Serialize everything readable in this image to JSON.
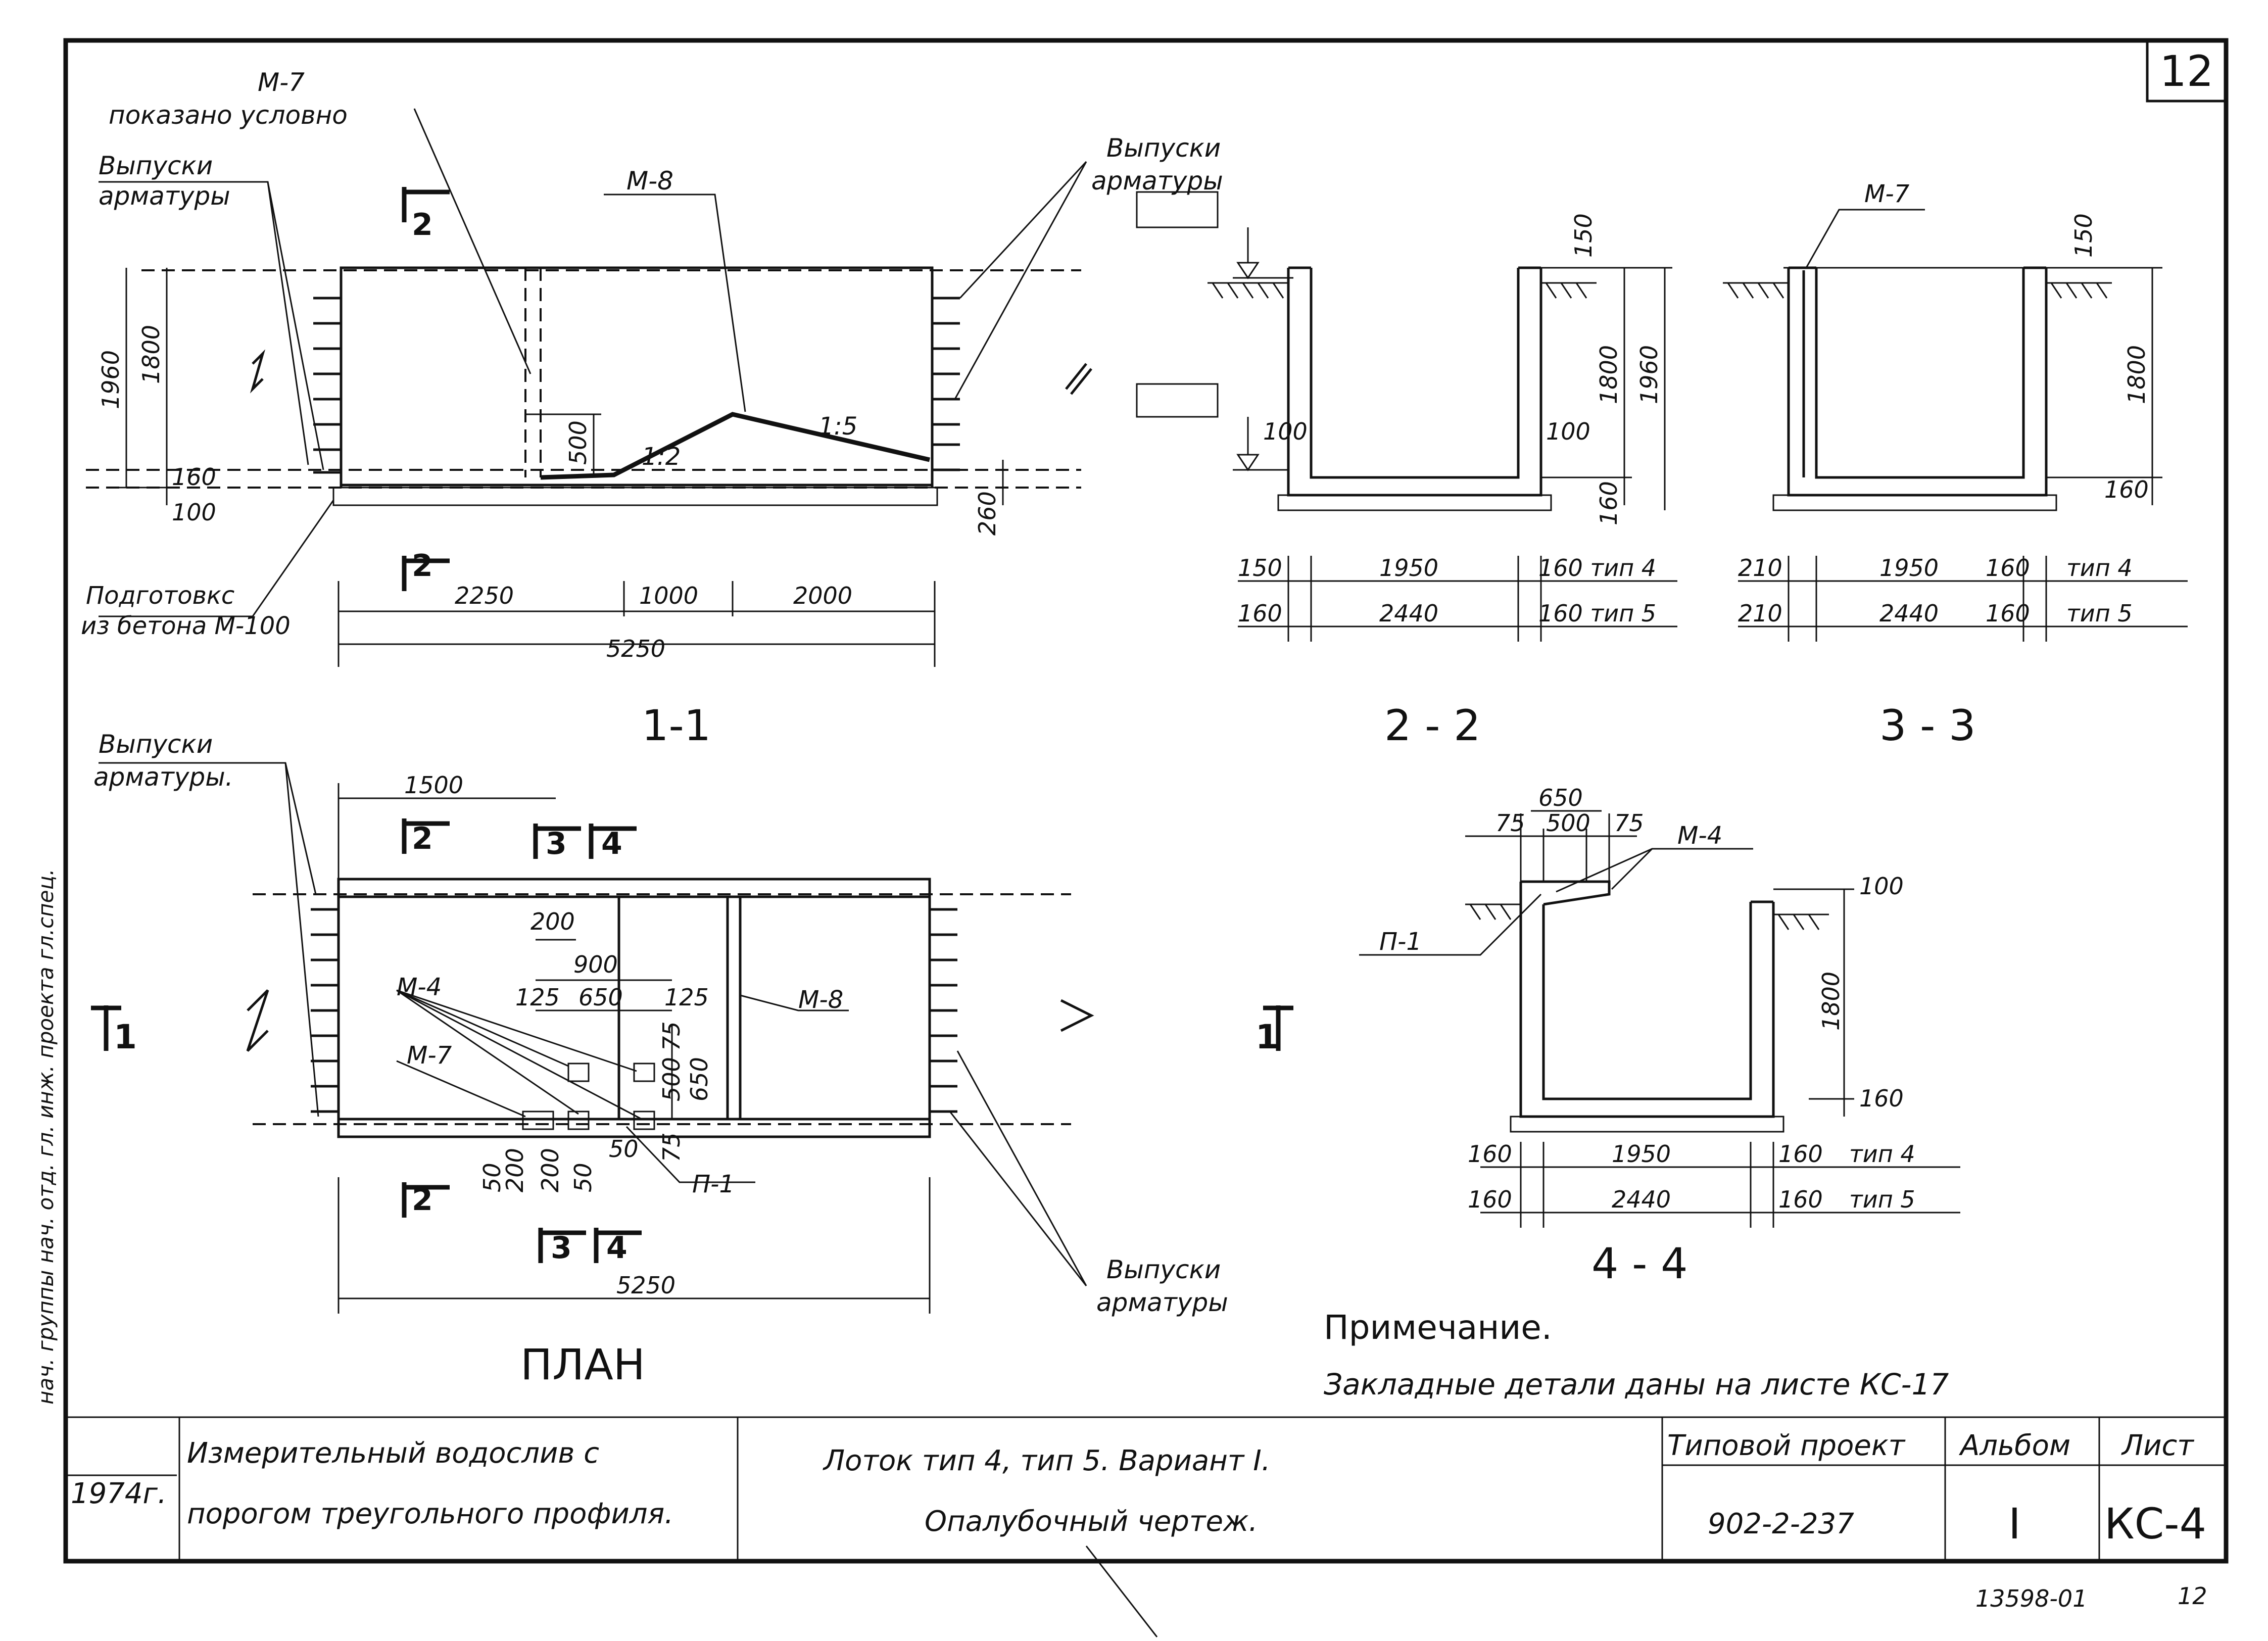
{
  "sheet_number": "12",
  "labels": {
    "m7_note_title": "М-7",
    "m7_note_sub": "показано условно",
    "vypuski_left_1": "Выпуски",
    "vypuski_left_2": "арматуры",
    "vypuski_right_1": "Выпуски",
    "vypuski_right_2": "арматуры",
    "m8_top": "М-8",
    "podgotovka_1": "Подготовкс",
    "podgotovka_2": "из бетона М-100",
    "slope_1": "1:2",
    "slope_2": "1:5",
    "m7_sec3": "М-7",
    "vypuski_plan_1": "Выпуски",
    "vypuski_plan_2": "арматуры.",
    "m4_plan": "М-4",
    "m7_plan": "М-7",
    "m8_plan": "М-8",
    "p1_plan": "П-1",
    "vypuski_plan_r1": "Выпуски",
    "vypuski_plan_r2": "арматуры",
    "m4_sec4": "М-4",
    "p1_sec4": "П-1"
  },
  "section_marks": {
    "s2_top": "2",
    "s2_bottom": "2",
    "plan_2a": "2",
    "plan_3a": "3",
    "plan_4a": "4",
    "plan_2b": "2",
    "plan_3b": "3",
    "plan_4b": "4",
    "plan_1_left": "1",
    "plan_1_right": "1"
  },
  "section_titles": {
    "s11": "1-1",
    "s22": "2 - 2",
    "s33": "3 - 3",
    "s44": "4 - 4",
    "plan": "ПЛАН"
  },
  "dims_1_1": {
    "h1960": "1960",
    "h1800": "1800",
    "h160": "160",
    "h100": "100",
    "h500": "500",
    "h260": "260",
    "d2250": "2250",
    "d1000": "1000",
    "d2000": "2000",
    "d5250": "5250"
  },
  "dims_2_2": {
    "h150": "150",
    "h1800": "1800",
    "h1960": "1960",
    "h100a": "100",
    "h100b": "100",
    "h160": "160",
    "r1_a": "150",
    "r1_b": "1950",
    "r1_c": "160 тип 4",
    "r2_a": "160",
    "r2_b": "2440",
    "r2_c": "160 тип 5"
  },
  "dims_3_3": {
    "h150": "150",
    "h1800": "1800",
    "h160": "160",
    "r1_a": "210",
    "r1_b": "1950",
    "r1_c": "160",
    "r1_d": "тип 4",
    "r2_a": "210",
    "r2_b": "2440",
    "r2_c": "160",
    "r2_d": "тип 5"
  },
  "dims_plan": {
    "d1500": "1500",
    "d200": "200",
    "d900": "900",
    "d125a": "125",
    "d650": "650",
    "d125b": "125",
    "d75a": "75",
    "d500": "500",
    "d650v": "650",
    "d75b": "75",
    "b50a": "50",
    "b200a": "200",
    "b200b": "200",
    "b50b": "50",
    "b50c": "50",
    "d5250": "5250"
  },
  "dims_4_4": {
    "d650": "650",
    "d75a": "75",
    "d500": "500",
    "d75b": "75",
    "h100": "100",
    "h1800": "1800",
    "h160": "160",
    "r1_a": "160",
    "r1_b": "1950",
    "r1_c": "160",
    "r1_d": "тип 4",
    "r2_a": "160",
    "r2_b": "2440",
    "r2_c": "160",
    "r2_d": "тип 5"
  },
  "note": {
    "title": "Примечание.",
    "text": "Закладные детали даны на листе КС-17"
  },
  "stamp": {
    "year": "1974г.",
    "desc_1": "Измерительный водослив с",
    "desc_2": "порогом треугольного профиля.",
    "title_1": "Лоток тип 4, тип 5. Вариант I.",
    "title_2": "Опалубочный чертеж.",
    "project_label": "Типовой проект",
    "project_value": "902-2-237",
    "album_label": "Альбом",
    "album_value": "I",
    "sheet_label": "Лист",
    "sheet_value": "КС-4"
  },
  "side_strip": "нач. группы   нач. отд.  гл. инж.  проекта   гл.спец.",
  "footer": {
    "code": "13598-01",
    "page": "12"
  }
}
